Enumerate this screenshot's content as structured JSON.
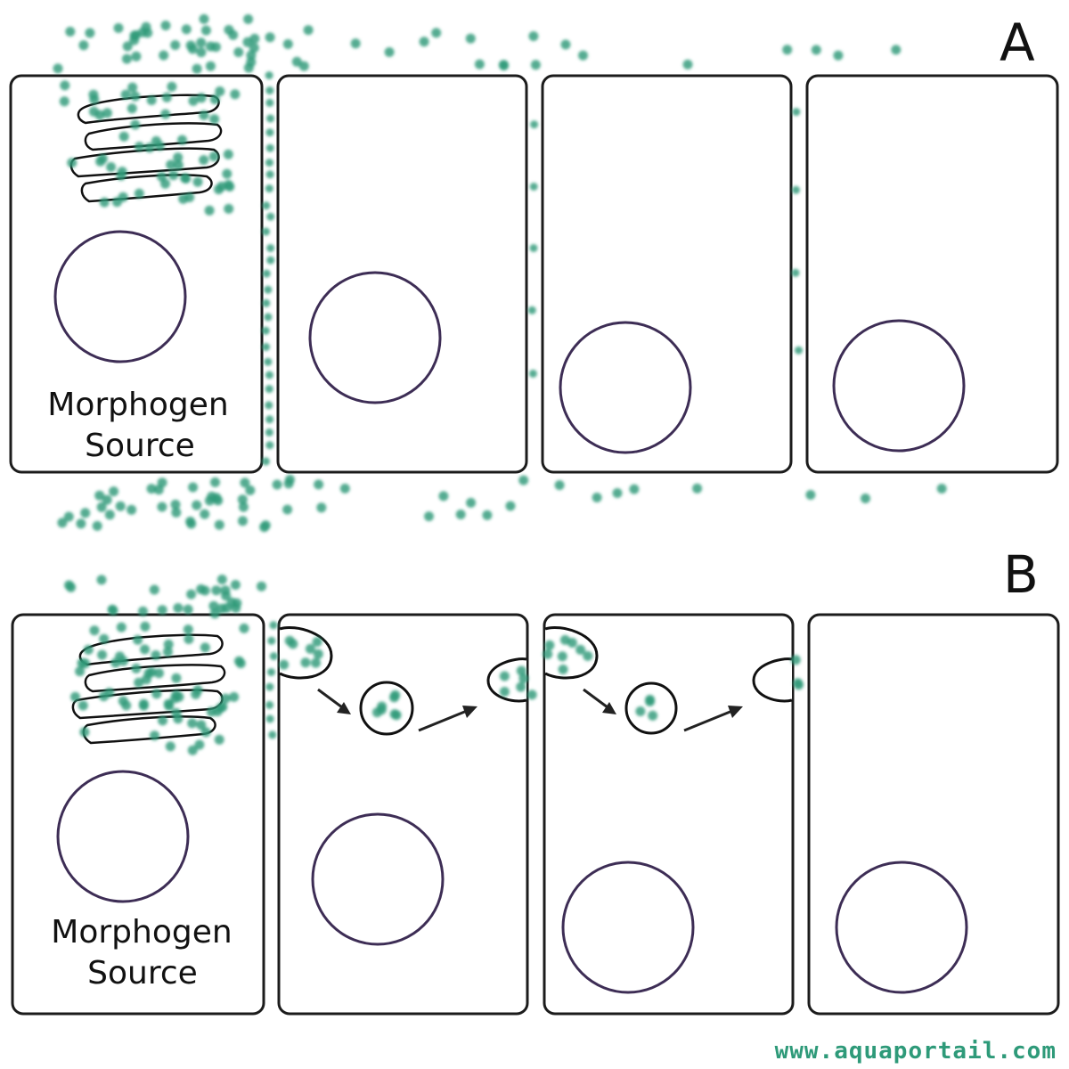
{
  "panels": [
    {
      "id": "A",
      "label": "A",
      "source_label": [
        "Morphogen",
        "Source"
      ],
      "mechanism": "extracellular-diffusion"
    },
    {
      "id": "B",
      "label": "B",
      "source_label": [
        "Morphogen",
        "Source"
      ],
      "mechanism": "transcytosis"
    }
  ],
  "watermark": "www.aquaportail.com",
  "colors": {
    "morphogen": "#2e9a79",
    "cell_outline": "#1c1c1c",
    "nucleus_outline": "#3d2d55",
    "background": "#ffffff"
  }
}
